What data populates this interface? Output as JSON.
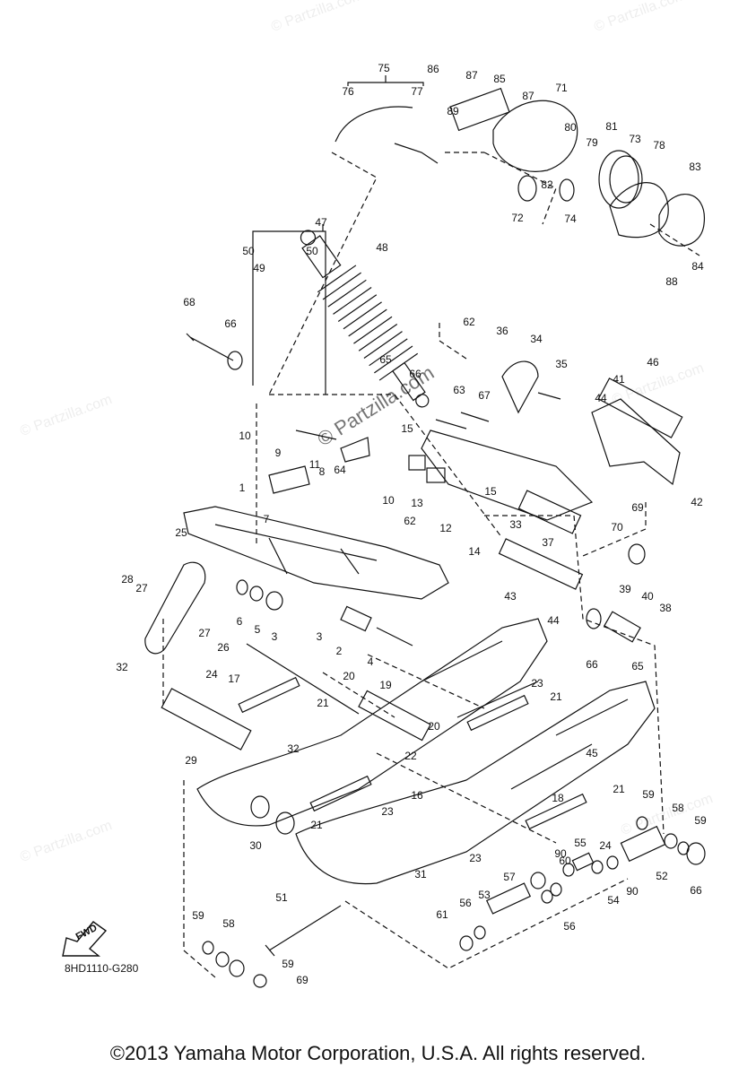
{
  "diagram": {
    "code": "8HD1110-G280",
    "copyright": "©2013 Yamaha Motor Corporation, U.S.A. All rights reserved.",
    "fwd_label": "FWD",
    "watermarks": [
      "© Partzilla.com",
      "© Partzilla.com",
      "© Partzilla.com",
      "© Partzilla.com",
      "© Partzilla.com",
      "© Partzilla.com"
    ],
    "center_watermark": "© Partzilla.com",
    "callouts": [
      "75",
      "86",
      "87",
      "85",
      "76",
      "77",
      "89",
      "87",
      "71",
      "80",
      "79",
      "81",
      "73",
      "78",
      "83",
      "82",
      "72",
      "74",
      "84",
      "88",
      "47",
      "48",
      "50",
      "49",
      "50",
      "68",
      "66",
      "62",
      "36",
      "34",
      "35",
      "41",
      "46",
      "65",
      "66",
      "63",
      "67",
      "44",
      "10",
      "9",
      "11",
      "15",
      "8",
      "64",
      "10",
      "13",
      "15",
      "69",
      "42",
      "1",
      "7",
      "62",
      "12",
      "33",
      "37",
      "70",
      "25",
      "14",
      "28",
      "27",
      "6",
      "5",
      "3",
      "43",
      "44",
      "39",
      "40",
      "38",
      "27",
      "26",
      "3",
      "2",
      "4",
      "66",
      "65",
      "32",
      "24",
      "17",
      "20",
      "19",
      "23",
      "21",
      "21",
      "29",
      "32",
      "20",
      "22",
      "45",
      "16",
      "18",
      "21",
      "59",
      "30",
      "21",
      "23",
      "24",
      "58",
      "59",
      "23",
      "31",
      "90",
      "55",
      "60",
      "90",
      "52",
      "66",
      "57",
      "54",
      "53",
      "56",
      "56",
      "61",
      "51",
      "59",
      "58",
      "59",
      "69"
    ]
  }
}
